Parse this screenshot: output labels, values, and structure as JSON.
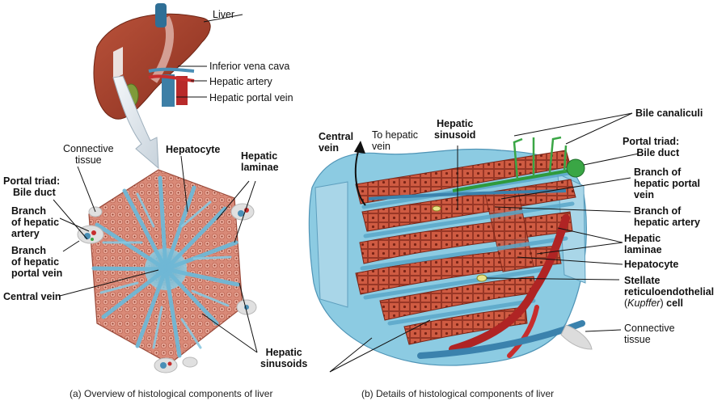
{
  "labels": {
    "liver": "Liver",
    "ivc": "Inferior vena cava",
    "hepatic_artery": "Hepatic artery",
    "hepatic_portal_vein": "Hepatic portal vein",
    "connective_tissue_a": [
      "Connective",
      "tissue"
    ],
    "hepatocyte_a": "Hepatocyte",
    "hepatic_laminae_a": [
      "Hepatic",
      "laminae"
    ],
    "portal_triad_a": [
      "Portal triad:",
      "Bile duct"
    ],
    "branch_artery_a": [
      "Branch",
      "of hepatic",
      "artery"
    ],
    "branch_portal_a": [
      "Branch",
      "of hepatic",
      "portal vein"
    ],
    "central_vein_a": "Central vein",
    "hepatic_sinusoids_a": [
      "Hepatic",
      "sinusoids"
    ],
    "central_vein_b": [
      "Central",
      "vein"
    ],
    "to_hepatic_vein": [
      "To hepatic",
      "vein"
    ],
    "hepatic_sinusoid_b": [
      "Hepatic",
      "sinusoid"
    ],
    "bile_canaliculi": "Bile canaliculi",
    "portal_triad_b": [
      "Portal triad:",
      "Bile duct"
    ],
    "branch_portal_b": [
      "Branch of",
      "hepatic portal",
      "vein"
    ],
    "branch_artery_b": [
      "Branch of",
      "hepatic artery"
    ],
    "hepatic_laminae_b": [
      "Hepatic",
      "laminae"
    ],
    "hepatocyte_b": "Hepatocyte",
    "kupffer_line1": "Stellate",
    "kupffer_line2": "reticuloendothelial",
    "kupffer_paren_open": "(",
    "kupffer_italic": "Kupffer",
    "kupffer_paren_close": ")",
    "kupffer_cell": " cell",
    "connective_tissue_b": [
      "Connective",
      "tissue"
    ]
  },
  "captions": {
    "a": "(a) Overview of histological components of liver",
    "b": "(b) Details of histological components of liver"
  },
  "colors": {
    "liver_red": "#a8432c",
    "hepatocyte_pink": "#d98a78",
    "cell_red": "#c2503a",
    "vessel_blue": "#6fb3cf",
    "light_blue": "#a9d6e8",
    "artery_red": "#c72d2d",
    "bile_green": "#3aa645",
    "connective_gray": "#dcdcdc"
  }
}
